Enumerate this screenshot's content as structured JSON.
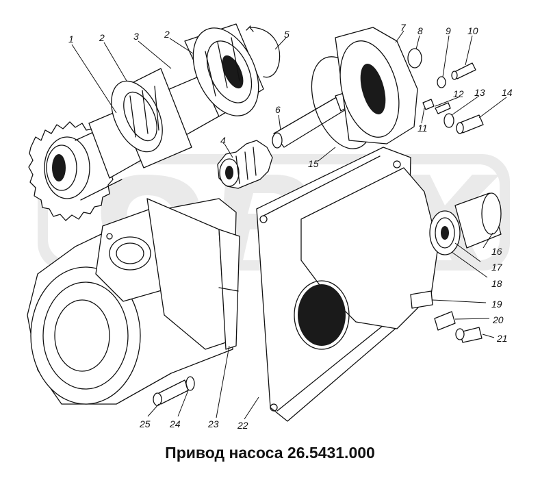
{
  "caption": "Привод насоса 26.5431.000",
  "watermark": "OPEX",
  "callouts": [
    "1",
    "2",
    "3",
    "2",
    "4",
    "5",
    "6",
    "7",
    "8",
    "9",
    "10",
    "11",
    "12",
    "13",
    "14",
    "15",
    "16",
    "17",
    "18",
    "19",
    "20",
    "21",
    "22",
    "23",
    "24",
    "25"
  ],
  "colors": {
    "ink": "#111111",
    "watermark": "#d9d9d9",
    "background": "#ffffff"
  }
}
